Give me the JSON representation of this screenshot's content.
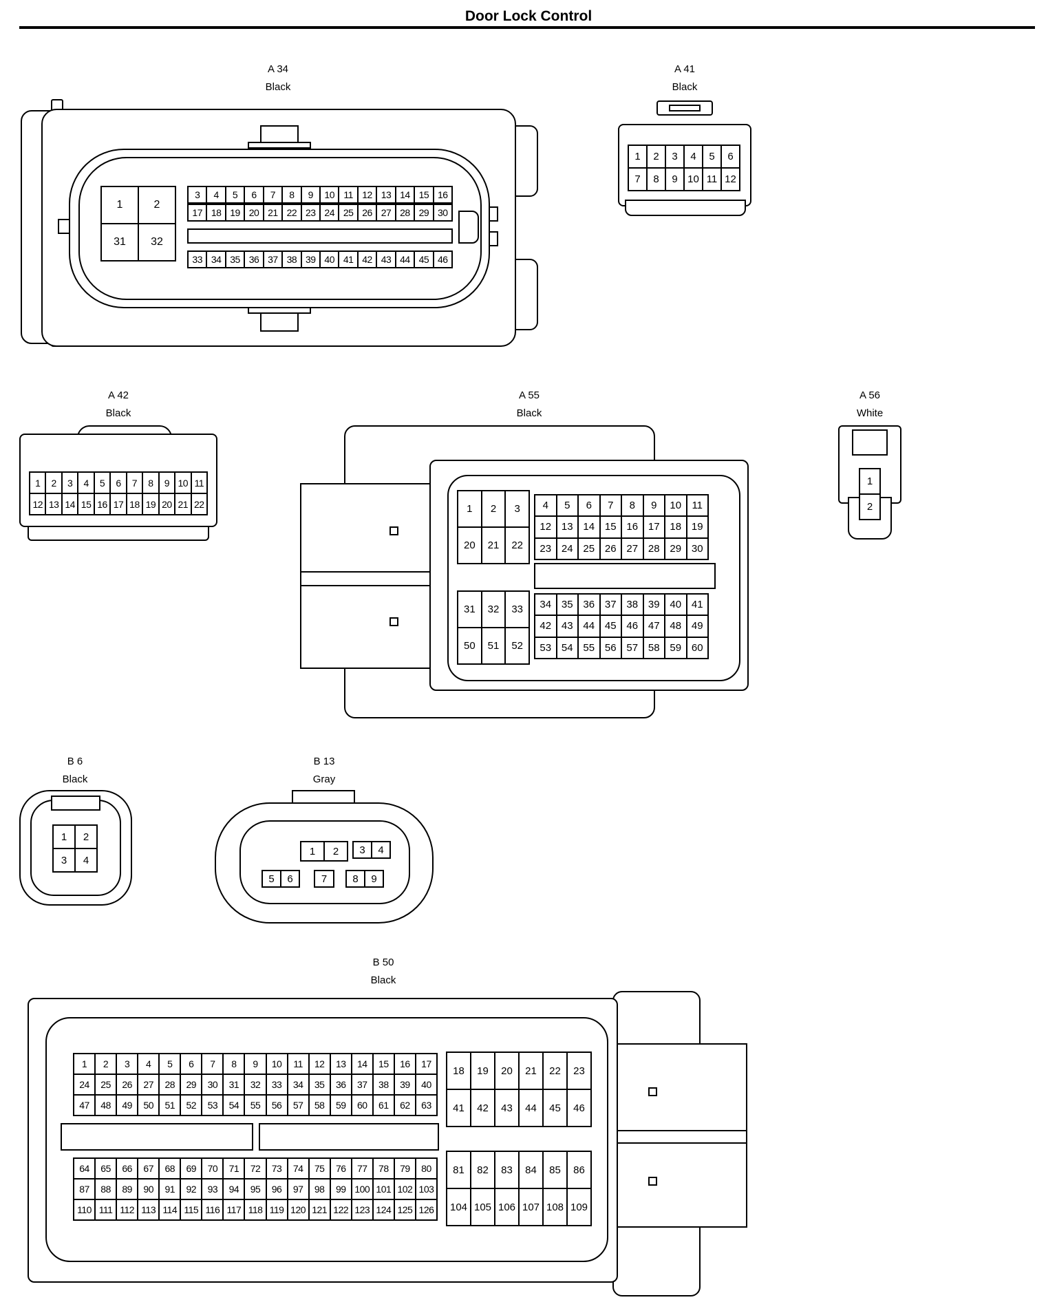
{
  "title": "Door Lock Control",
  "connectors": {
    "a34": {
      "id": "A 34",
      "color": "Black",
      "block_a": {
        "rows": [
          [
            "1",
            "2"
          ],
          [
            "31",
            "32"
          ]
        ]
      },
      "row1": [
        "3",
        "4",
        "5",
        "6",
        "7",
        "8",
        "9",
        "10",
        "11",
        "12",
        "13",
        "14",
        "15",
        "16"
      ],
      "row2": [
        "17",
        "18",
        "19",
        "20",
        "21",
        "22",
        "23",
        "24",
        "25",
        "26",
        "27",
        "28",
        "29",
        "30"
      ],
      "row3": [
        "33",
        "34",
        "35",
        "36",
        "37",
        "38",
        "39",
        "40",
        "41",
        "42",
        "43",
        "44",
        "45",
        "46"
      ]
    },
    "a41": {
      "id": "A 41",
      "color": "Black",
      "rows": [
        [
          "1",
          "2",
          "3",
          "4",
          "5",
          "6"
        ],
        [
          "7",
          "8",
          "9",
          "10",
          "11",
          "12"
        ]
      ]
    },
    "a42": {
      "id": "A 42",
      "color": "Black",
      "rows": [
        [
          "1",
          "2",
          "3",
          "4",
          "5",
          "6",
          "7",
          "8",
          "9",
          "10",
          "11"
        ],
        [
          "12",
          "13",
          "14",
          "15",
          "16",
          "17",
          "18",
          "19",
          "20",
          "21",
          "22"
        ]
      ]
    },
    "a55": {
      "id": "A 55",
      "color": "Black",
      "top_left": [
        [
          "1",
          "2",
          "3"
        ],
        [
          "20",
          "21",
          "22"
        ]
      ],
      "top_right": [
        [
          "4",
          "5",
          "6",
          "7",
          "8",
          "9",
          "10",
          "11"
        ],
        [
          "12",
          "13",
          "14",
          "15",
          "16",
          "17",
          "18",
          "19"
        ],
        [
          "23",
          "24",
          "25",
          "26",
          "27",
          "28",
          "29",
          "30"
        ]
      ],
      "bottom_left": [
        [
          "31",
          "32",
          "33"
        ],
        [
          "50",
          "51",
          "52"
        ]
      ],
      "bottom_right": [
        [
          "34",
          "35",
          "36",
          "37",
          "38",
          "39",
          "40",
          "41"
        ],
        [
          "42",
          "43",
          "44",
          "45",
          "46",
          "47",
          "48",
          "49"
        ],
        [
          "53",
          "54",
          "55",
          "56",
          "57",
          "58",
          "59",
          "60"
        ]
      ]
    },
    "a56": {
      "id": "A 56",
      "color": "White",
      "rows": [
        [
          "1"
        ],
        [
          "2"
        ]
      ]
    },
    "b6": {
      "id": "B 6",
      "color": "Black",
      "rows": [
        [
          "1",
          "2"
        ],
        [
          "3",
          "4"
        ]
      ]
    },
    "b13": {
      "id": "B 13",
      "color": "Gray",
      "pins_top_a": [
        "1",
        "2"
      ],
      "pins_top_b": [
        "3",
        "4"
      ],
      "pins_bot_a": [
        "5",
        "6"
      ],
      "pins_bot_b": [
        "7"
      ],
      "pins_bot_c": [
        "8",
        "9"
      ]
    },
    "b50": {
      "id": "B 50",
      "color": "Black",
      "upper_left": [
        [
          "1",
          "2",
          "3",
          "4",
          "5",
          "6",
          "7",
          "8",
          "9",
          "10",
          "11",
          "12",
          "13",
          "14",
          "15",
          "16",
          "17"
        ],
        [
          "24",
          "25",
          "26",
          "27",
          "28",
          "29",
          "30",
          "31",
          "32",
          "33",
          "34",
          "35",
          "36",
          "37",
          "38",
          "39",
          "40"
        ],
        [
          "47",
          "48",
          "49",
          "50",
          "51",
          "52",
          "53",
          "54",
          "55",
          "56",
          "57",
          "58",
          "59",
          "60",
          "61",
          "62",
          "63"
        ]
      ],
      "upper_right": [
        [
          "18",
          "19",
          "20",
          "21",
          "22",
          "23"
        ],
        [
          "41",
          "42",
          "43",
          "44",
          "45",
          "46"
        ]
      ],
      "lower_left": [
        [
          "64",
          "65",
          "66",
          "67",
          "68",
          "69",
          "70",
          "71",
          "72",
          "73",
          "74",
          "75",
          "76",
          "77",
          "78",
          "79",
          "80"
        ],
        [
          "87",
          "88",
          "89",
          "90",
          "91",
          "92",
          "93",
          "94",
          "95",
          "96",
          "97",
          "98",
          "99",
          "100",
          "101",
          "102",
          "103"
        ],
        [
          "110",
          "111",
          "112",
          "113",
          "114",
          "115",
          "116",
          "117",
          "118",
          "119",
          "120",
          "121",
          "122",
          "123",
          "124",
          "125",
          "126"
        ]
      ],
      "lower_right": [
        [
          "81",
          "82",
          "83",
          "84",
          "85",
          "86"
        ],
        [
          "104",
          "105",
          "106",
          "107",
          "108",
          "109"
        ]
      ]
    }
  }
}
